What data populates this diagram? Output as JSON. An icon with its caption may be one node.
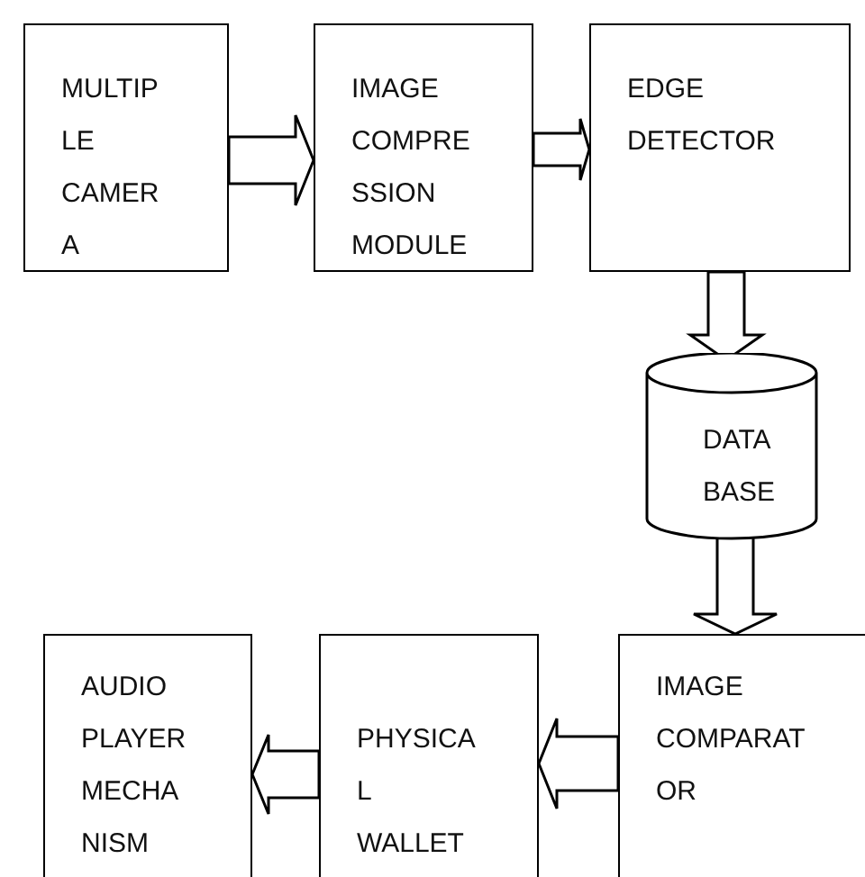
{
  "diagram": {
    "nodes": [
      {
        "text": [
          "MULTIP LE CAMER A"
        ]
      },
      {
        "text": [
          "IMAGE COMPRE SSION MODULE"
        ]
      },
      {
        "text": [
          "EDGE DETECTOR"
        ]
      },
      {
        "text": [
          "DATA BASE"
        ]
      },
      {
        "text": [
          "AUDIO PLAYER MECHA NISM"
        ]
      },
      {
        "text": [
          "PHYSICA L WALLET"
        ]
      },
      {
        "text": [
          "IMAGE COMPARAT OR"
        ]
      }
    ],
    "edges": [
      {
        "from": 0,
        "to": 1,
        "arrow": "to"
      },
      {
        "from": 1,
        "to": 2,
        "arrow": "to"
      },
      {
        "from": 2,
        "to": 3,
        "arrow": "to"
      },
      {
        "from": 3,
        "to": 6,
        "arrow": "to"
      },
      {
        "from": 6,
        "to": 5,
        "arrow": "to"
      },
      {
        "from": 5,
        "to": 4,
        "arrow": "to"
      }
    ]
  }
}
